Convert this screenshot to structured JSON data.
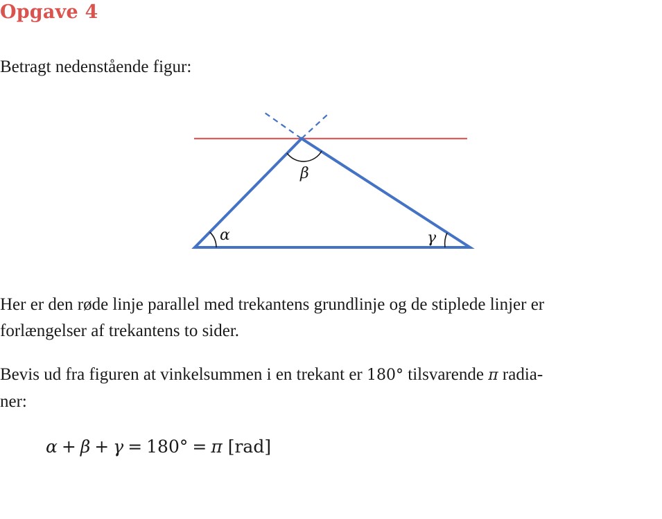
{
  "heading": "Opgave 4",
  "intro": "Betragt nedenstående figur:",
  "figure": {
    "labels": {
      "alpha": "α",
      "beta": "β",
      "gamma": "γ"
    },
    "colors": {
      "triangle": "#4472c4",
      "parallel_line": "#e05c5c",
      "arc": "#1a1a1a"
    }
  },
  "paragraph1": {
    "line1": "Her er den røde linje parallel med trekantens grundlinje og de stiplede linjer er",
    "line2": "forlængelser af trekantens to sider."
  },
  "paragraph2": {
    "before": "Bevis ud fra figuren at vinkelsummen i en trekant er ",
    "degrees": "180°",
    "middle": " tilsvarende ",
    "pi": "π",
    "after": " radia-",
    "line2": "ner:"
  },
  "equation": {
    "alpha": "α",
    "plus1": "+",
    "beta": "β",
    "plus2": "+",
    "gamma": "γ",
    "eq1": "=",
    "degrees": "180°",
    "eq2": "=",
    "pi": "π",
    "unit": "[rad]"
  }
}
